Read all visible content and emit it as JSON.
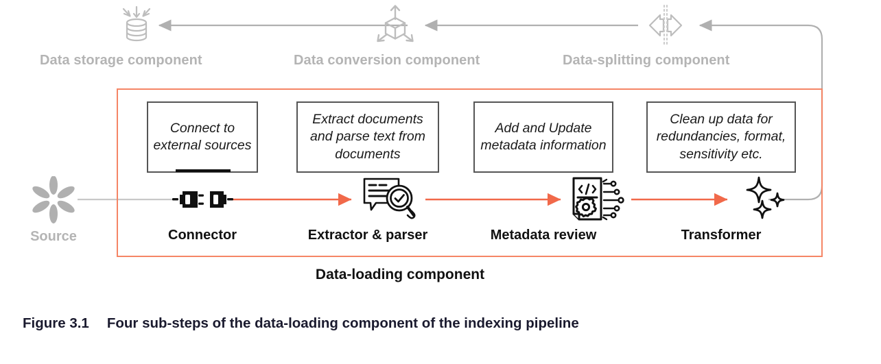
{
  "figure": {
    "number": "Figure 3.1",
    "caption": "Four sub-steps of the data-loading component of the indexing pipeline"
  },
  "colors": {
    "accent_orange": "#f58565",
    "gray_label": "#b4b4b4",
    "gray_line": "#b0b0b0",
    "box_border": "#555555",
    "text_dark": "#111111"
  },
  "top_components": [
    {
      "label": "Data storage component",
      "icon": "database-stack-icon"
    },
    {
      "label": "Data conversion component",
      "icon": "cube-transform-icon"
    },
    {
      "label": "Data-splitting component",
      "icon": "split-arrows-icon"
    }
  ],
  "container": {
    "title": "Data-loading component"
  },
  "source": {
    "label": "Source",
    "icon": "asterisk-star-icon"
  },
  "steps": [
    {
      "description": "Connect to external sources",
      "node_label": "Connector",
      "icon": "plug-connector-icon"
    },
    {
      "description": "Extract documents and parse text from documents",
      "node_label": "Extractor & parser",
      "icon": "document-magnifier-check-icon"
    },
    {
      "description": "Add and Update metadata information",
      "node_label": "Metadata review",
      "icon": "code-document-gear-icon"
    },
    {
      "description": "Clean up data for redundancies, format, sensitivity etc.",
      "node_label": "Transformer",
      "icon": "sparkles-icon"
    }
  ]
}
